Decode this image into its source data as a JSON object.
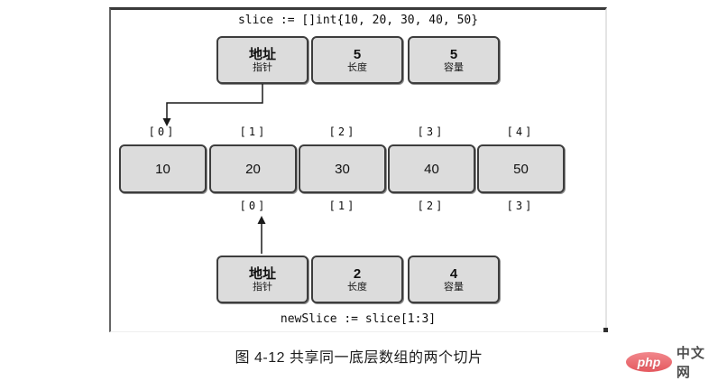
{
  "colors": {
    "box-fill": "#dcdcdc",
    "box-border": "#3d3d3d",
    "logo-red": "#e5595f",
    "logo-red-light": "#f1878c",
    "site-text": "#4d4d4d"
  },
  "code": {
    "slice_declaration": "slice := []int{10, 20, 30, 40, 50}",
    "newslice_declaration": "newSlice := slice[1:3]"
  },
  "slice_header": {
    "pointer": {
      "value": "地址",
      "label": "指针"
    },
    "length": {
      "value": "5",
      "label": "长度"
    },
    "capacity": {
      "value": "5",
      "label": "容量"
    }
  },
  "newslice_header": {
    "pointer": {
      "value": "地址",
      "label": "指针"
    },
    "length": {
      "value": "2",
      "label": "长度"
    },
    "capacity": {
      "value": "4",
      "label": "容量"
    }
  },
  "array": {
    "top_indices": [
      "[0]",
      "[1]",
      "[2]",
      "[3]",
      "[4]"
    ],
    "values": [
      "10",
      "20",
      "30",
      "40",
      "50"
    ],
    "bottom_indices": [
      "[0]",
      "[1]",
      "[2]",
      "[3]"
    ]
  },
  "caption": "图 4-12  共享同一底层数组的两个切片",
  "watermark": {
    "logo_text": "php",
    "site_text": "中文网"
  }
}
